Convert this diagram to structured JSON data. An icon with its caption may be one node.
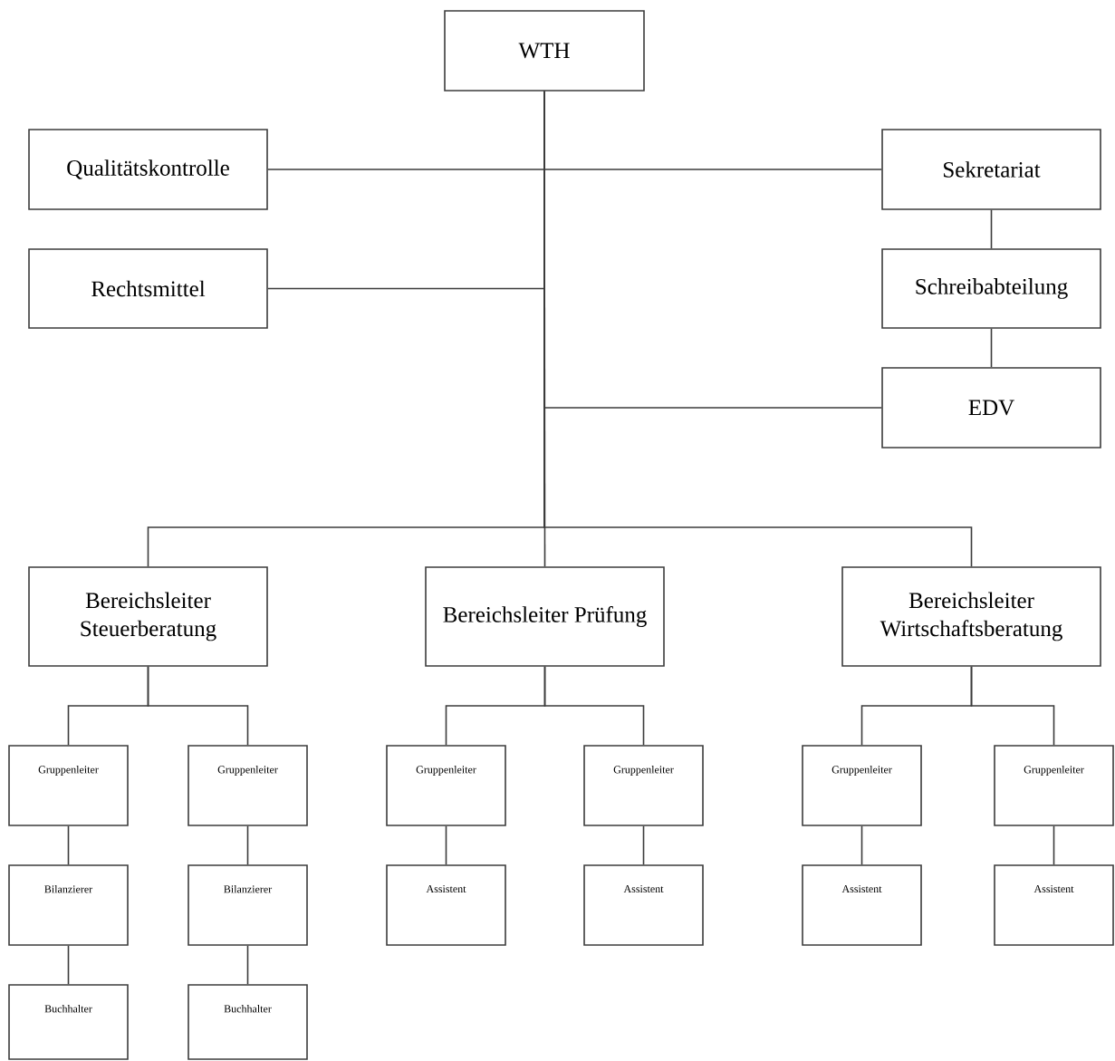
{
  "diagram": {
    "nodes": [
      {
        "text": [
          "WTH"
        ]
      },
      {
        "text": [
          "Qualitätskontrolle"
        ]
      },
      {
        "text": [
          "Sekretariat"
        ]
      },
      {
        "text": [
          "Rechtsmittel"
        ]
      },
      {
        "text": [
          "Schreibabteilung"
        ]
      },
      {
        "text": [
          "EDV"
        ]
      },
      {
        "text": [
          "Bereichsleiter Steuerberatung"
        ]
      },
      {
        "text": [
          "Bereichsleiter Prüfung"
        ]
      },
      {
        "text": [
          "Bereichsleiter Wirtschaftsberatung"
        ]
      },
      {
        "text": [
          "Gruppenleiter"
        ]
      },
      {
        "text": [
          "Gruppenleiter"
        ]
      },
      {
        "text": [
          "Gruppenleiter"
        ]
      },
      {
        "text": [
          "Gruppenleiter"
        ]
      },
      {
        "text": [
          "Gruppenleiter"
        ]
      },
      {
        "text": [
          "Gruppenleiter"
        ]
      },
      {
        "text": [
          "Bilanzierer"
        ]
      },
      {
        "text": [
          "Bilanzierer"
        ]
      },
      {
        "text": [
          "Assistent"
        ]
      },
      {
        "text": [
          "Assistent"
        ]
      },
      {
        "text": [
          "Assistent"
        ]
      },
      {
        "text": [
          "Assistent"
        ]
      },
      {
        "text": [
          "Buchhalter"
        ]
      },
      {
        "text": [
          "Buchhalter"
        ]
      }
    ],
    "edges": [
      {
        "from": 0,
        "to": 1,
        "arrow": "none"
      },
      {
        "from": 0,
        "to": 2,
        "arrow": "none"
      },
      {
        "from": 0,
        "to": 3,
        "arrow": "none"
      },
      {
        "from": 2,
        "to": 4,
        "arrow": "none"
      },
      {
        "from": 4,
        "to": 5,
        "arrow": "none"
      },
      {
        "from": 0,
        "to": 5,
        "arrow": "none"
      },
      {
        "from": 0,
        "to": 6,
        "arrow": "none"
      },
      {
        "from": 0,
        "to": 7,
        "arrow": "none"
      },
      {
        "from": 0,
        "to": 8,
        "arrow": "none"
      },
      {
        "from": 6,
        "to": 9,
        "arrow": "none"
      },
      {
        "from": 6,
        "to": 10,
        "arrow": "none"
      },
      {
        "from": 7,
        "to": 11,
        "arrow": "none"
      },
      {
        "from": 7,
        "to": 12,
        "arrow": "none"
      },
      {
        "from": 8,
        "to": 13,
        "arrow": "none"
      },
      {
        "from": 8,
        "to": 14,
        "arrow": "none"
      },
      {
        "from": 9,
        "to": 15,
        "arrow": "none"
      },
      {
        "from": 10,
        "to": 16,
        "arrow": "none"
      },
      {
        "from": 11,
        "to": 17,
        "arrow": "none"
      },
      {
        "from": 12,
        "to": 18,
        "arrow": "none"
      },
      {
        "from": 13,
        "to": 19,
        "arrow": "none"
      },
      {
        "from": 14,
        "to": 20,
        "arrow": "none"
      },
      {
        "from": 15,
        "to": 21,
        "arrow": "none"
      },
      {
        "from": 16,
        "to": 22,
        "arrow": "none"
      }
    ]
  }
}
